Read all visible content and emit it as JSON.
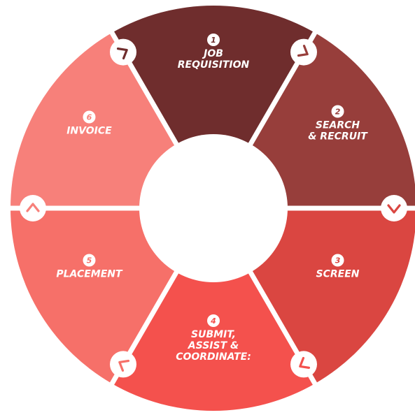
{
  "steps": [
    {
      "number": "1",
      "lines": [
        "JOB",
        "REQUISITION"
      ],
      "color": "#6f2d2d"
    },
    {
      "number": "2",
      "lines": [
        "SEARCH",
        "& RECRUIT"
      ],
      "color": "#973e3b"
    },
    {
      "number": "3",
      "lines": [
        "SCREEN"
      ],
      "color": "#da4641"
    },
    {
      "number": "4",
      "lines": [
        "SUBMIT,",
        "ASSIST &",
        "COORDINATE:"
      ],
      "color": "#f4514d"
    },
    {
      "number": "5",
      "lines": [
        "PLACEMENT"
      ],
      "color": "#f67069"
    },
    {
      "number": "6",
      "lines": [
        "INVOICE"
      ],
      "color": "#f7807a"
    }
  ],
  "connector_icons": [
    "chevron-right-icon",
    "chevron-down-icon",
    "chevron-left-icon",
    "chevron-left-icon",
    "chevron-up-icon",
    "chevron-right-icon"
  ],
  "colors": {
    "text": "#ffffff",
    "divider": "#ffffff",
    "background": "#ffffff"
  }
}
